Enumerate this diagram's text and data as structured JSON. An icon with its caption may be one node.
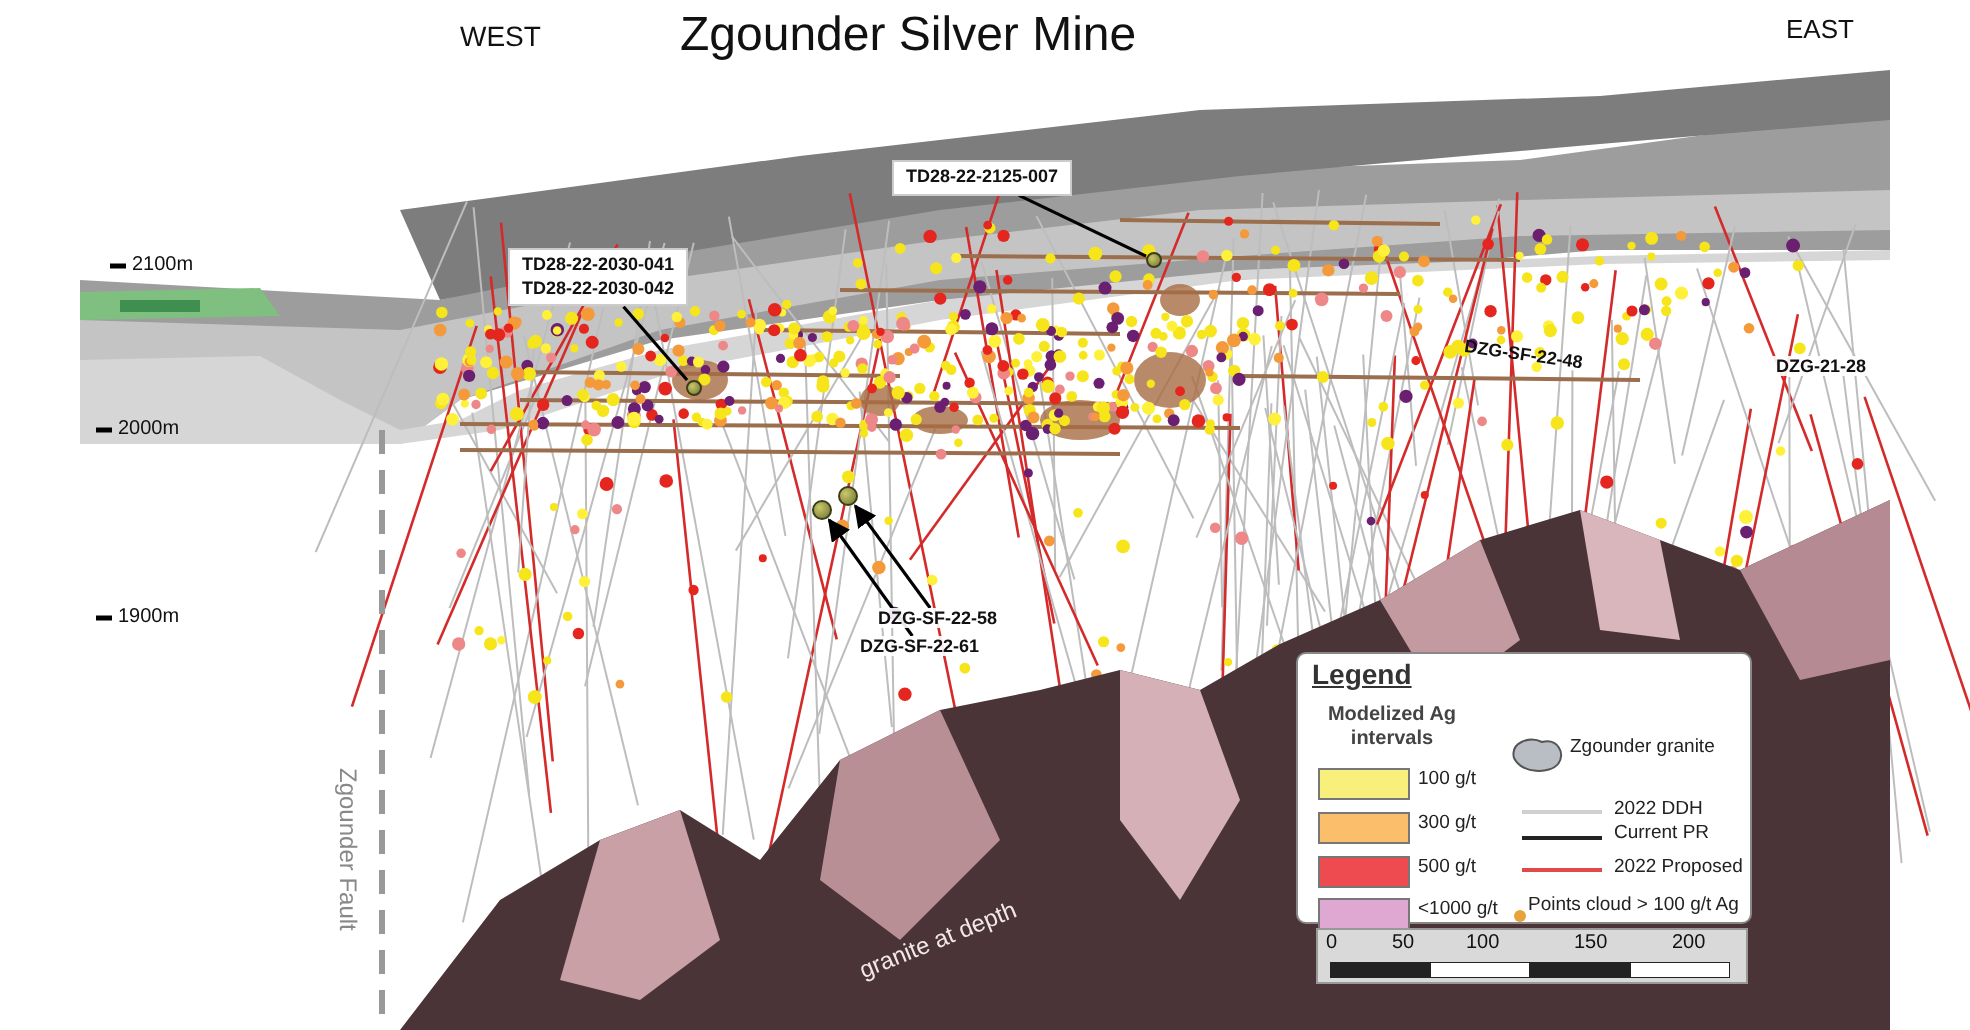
{
  "diagram": {
    "title": "Zgounder Silver Mine",
    "nodes": [
      {
        "text": [
          "TD28-22-2125-007"
        ]
      },
      {
        "text": [],
        "shape": "circle"
      },
      {
        "text": [
          "TD28-22-2030-041",
          "TD28-22-2030-042"
        ]
      },
      {
        "text": [],
        "shape": "circle"
      },
      {
        "text": [
          "DZG-SF-22-58"
        ]
      },
      {
        "text": [],
        "shape": "circle"
      },
      {
        "text": [
          "DZG-SF-22-61"
        ]
      },
      {
        "text": [],
        "shape": "circle"
      }
    ],
    "edges": [
      {
        "from": 0,
        "to": 1,
        "arrow": "none"
      },
      {
        "from": 2,
        "to": 3,
        "arrow": "none"
      },
      {
        "from": 4,
        "to": 5,
        "arrow": "to"
      },
      {
        "from": 6,
        "to": 7,
        "arrow": "to"
      }
    ],
    "labels": [
      "WEST",
      "EAST",
      "2100m",
      "2000m",
      "DZG-SF-22-48",
      "DZG-21-28",
      "1900m",
      "Legend",
      "Modelized Ag intervals",
      "Zgounder Fault",
      "granite at depth",
      "0",
      "50",
      "100",
      "150",
      "200"
    ],
    "legend": [
      {
        "text": "100 g/t",
        "color": "#f8ef7c"
      },
      {
        "text": "300 g/t",
        "color": "#fbbf6c"
      },
      {
        "text": "500 g/t",
        "color": "#ee4b50"
      },
      {
        "text": "<1000 g/t",
        "color": "#dfa8d2"
      },
      {
        "text": "Zgounder granite"
      },
      {
        "text": "2022 DDH"
      },
      {
        "text": "Current PR"
      },
      {
        "text": "2022 Proposed"
      },
      {
        "text": "Points cloud > 100 g/t Ag"
      }
    ]
  }
}
